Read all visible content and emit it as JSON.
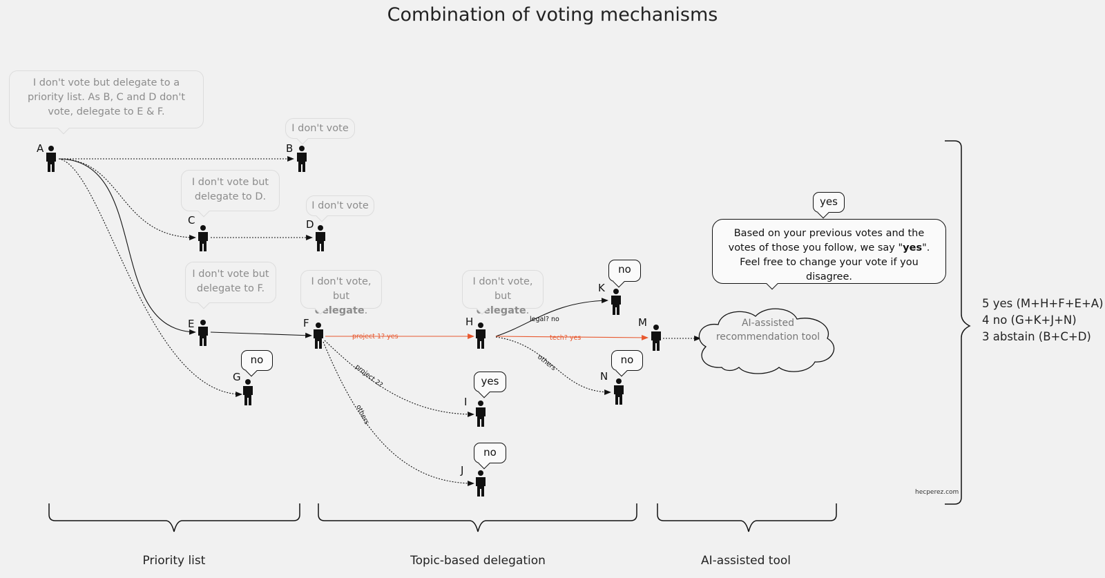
{
  "title": "Combination of voting mechanisms",
  "nodes": {
    "A": "A",
    "B": "B",
    "C": "C",
    "D": "D",
    "E": "E",
    "F": "F",
    "G": "G",
    "H": "H",
    "I": "I",
    "J": "J",
    "K": "K",
    "M": "M",
    "N": "N"
  },
  "bubbles": {
    "A": "I don't vote but delegate to a priority list. As B, C and D don't vote, delegate to E & F.",
    "B": "I don't vote",
    "C": "I don't vote but delegate to D.",
    "D": "I don't vote",
    "E": "I don't vote but delegate to F.",
    "F_prefix": "I don't vote,",
    "F_but": "but",
    "F_bold": "delegate",
    "F_suffix": ".",
    "H_prefix": "I don't vote,",
    "H_but": "but",
    "H_bold": "delegate",
    "H_suffix": ".",
    "G": "no",
    "I": "yes",
    "J": "no",
    "K": "no",
    "N": "no",
    "M_vote": "yes",
    "ai_part1": "Based on your previous votes and the votes of those you follow, we say \"",
    "ai_bold": "yes",
    "ai_part2": "\". Feel free to change your vote if you disagree."
  },
  "edge_labels": {
    "f_h": "project 1? yes",
    "f_i": "project 2?",
    "f_j": "others",
    "h_k": "legal? no",
    "h_m": "tech? yes",
    "h_n": "others"
  },
  "ai_tool_label": "AI-assisted recommendation tool",
  "sections": {
    "priority": "Priority list",
    "topic": "Topic-based delegation",
    "ai": "AI-assisted tool"
  },
  "results": {
    "yes": "5 yes (M+H+F+E+A)",
    "no": "4 no (G+K+J+N)",
    "abstain": "3 abstain (B+C+D)"
  },
  "watermark": "hecperez.com",
  "colors": {
    "accent_red": "#e8582e",
    "ink": "#111111",
    "muted_text": "#8c8c8c",
    "background": "#f1f1f1"
  }
}
